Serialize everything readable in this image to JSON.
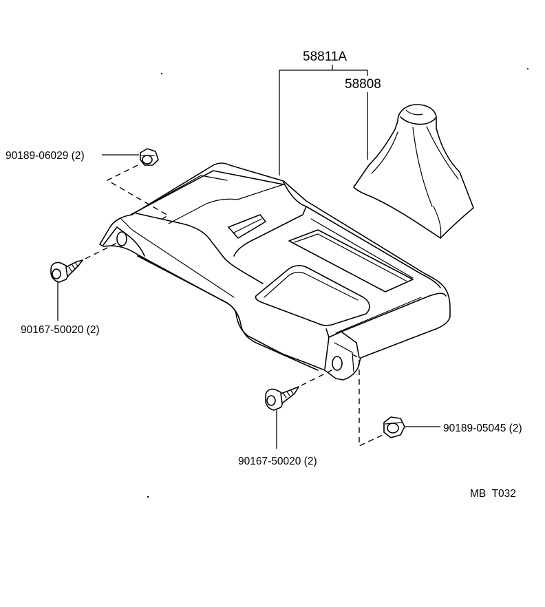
{
  "labels": {
    "assembly": "58811A",
    "boot": "58808",
    "nut_upper_left": "90189-06029 (2)",
    "screw_left": "90167-50020 (2)",
    "screw_bottom": "90167-50020 (2)",
    "nut_lower_right": "90189-05045 (2)",
    "drawing_code": "MB  T032"
  },
  "icons": {
    "console": "center-console-icon",
    "boot": "shift-boot-icon",
    "nut": "flange-nut-icon",
    "screw": "tapping-screw-icon"
  }
}
